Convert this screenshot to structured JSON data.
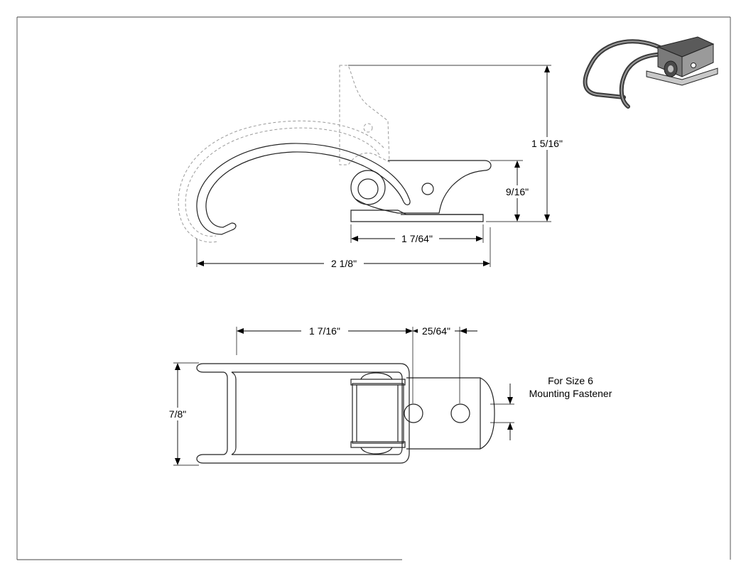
{
  "side_view": {
    "dim_height_total": "1 5/16\"",
    "dim_height_base": "9/16\"",
    "dim_base_length": "1 7/64\"",
    "dim_overall_length": "2 1/8\""
  },
  "top_view": {
    "dim_hook_length": "1 7/16\"",
    "dim_hole_offset": "25/64\"",
    "dim_width": "7/8\"",
    "note_line1": "For Size 6",
    "note_line2": "Mounting Fastener"
  },
  "colors": {
    "line": "#222222",
    "ghost": "#9a9a9a",
    "render_dark": "#3a3a3a",
    "render_mid": "#7a7a7a",
    "render_light": "#c8c8c8"
  }
}
